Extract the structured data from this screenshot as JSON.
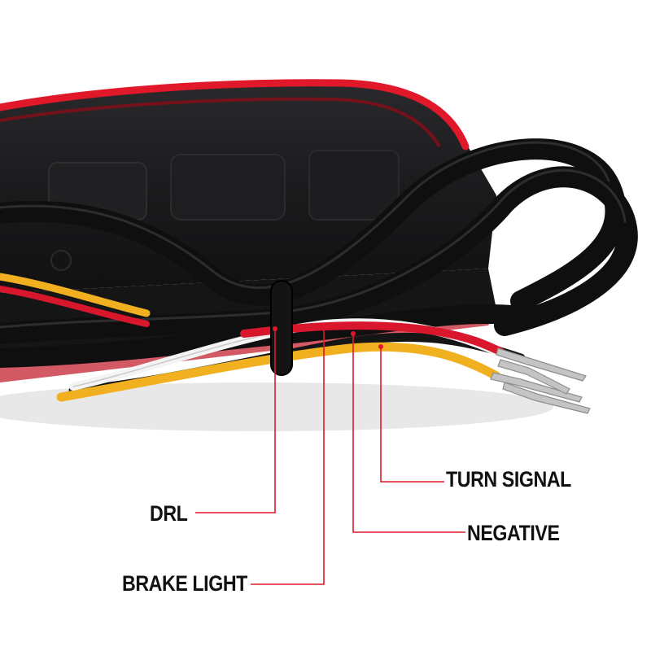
{
  "photo": {
    "subject": "tail-light-housing-with-wiring",
    "colors": {
      "housing": "#1c1c1e",
      "housing_edge_red": "#e0182a",
      "cable_black": "#101010",
      "wire_red": "#d8172c",
      "wire_yellow": "#f0b020",
      "wire_white": "#f4f4f4",
      "wire_black": "#151515",
      "pin_metal": "#b8b8b8",
      "callout_red": "#e0182a"
    }
  },
  "callouts": {
    "turn_signal": "TURN SIGNAL",
    "drl": "DRL",
    "negative": "NEGATIVE",
    "brake_light": "BRAKE LIGHT"
  }
}
